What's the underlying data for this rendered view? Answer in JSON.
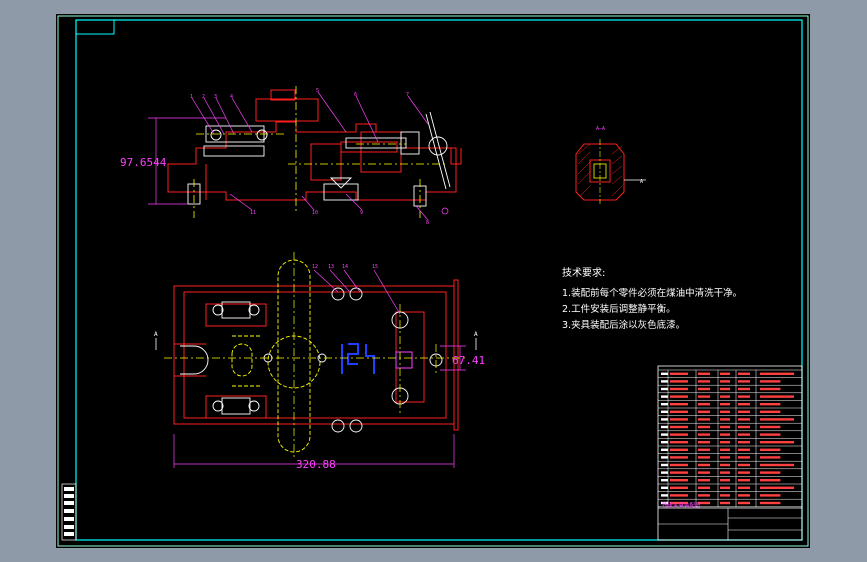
{
  "sheet": {
    "dimensions": {
      "top_view_height": "97.6544",
      "plan_view_width": "320.88",
      "plan_view_height": "67.41"
    },
    "section_marks": {
      "left": "A",
      "right": "A",
      "detail": "A—A"
    },
    "technical_requirements": {
      "title": "技术要求:",
      "items": [
        "1.装配前每个零件必须在煤油中清洗干净。",
        "2.工件安装后调整静平衡。",
        "3.夹具装配后涂以灰色底漆。"
      ]
    },
    "title_block": {
      "drawing_title": "铣床夹具装配图"
    },
    "colors": {
      "sheet_bg": "#000000",
      "frame": "#00ffff",
      "outline": "#ff2020",
      "centerline": "#ffff00",
      "dimension": "#ff00ff",
      "part": "#ffffff"
    }
  }
}
